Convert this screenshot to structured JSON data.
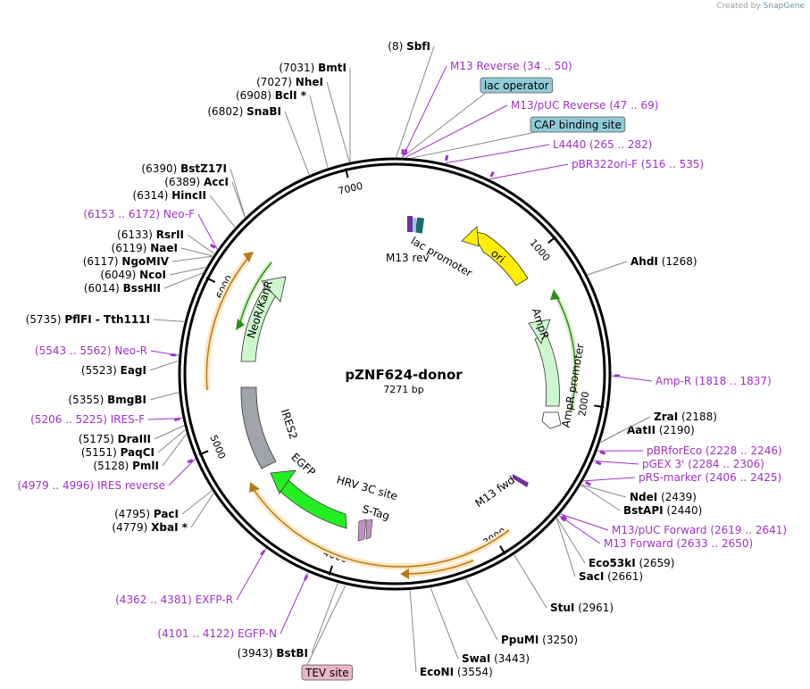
{
  "credit": {
    "prefix": "Created by",
    "brand": "SnapGene"
  },
  "plasmid": {
    "name": "pZNF624-donor",
    "length_label": "7271 bp",
    "length": 7271
  },
  "colors": {
    "primer": "#a030c8",
    "backbone": "#000000",
    "orange": "#f0a830",
    "green_dark": "#2e8b1e"
  },
  "ticks": [
    {
      "label": "1000",
      "bp": 1000
    },
    {
      "label": "2000",
      "bp": 2000
    },
    {
      "label": "3000",
      "bp": 3000
    },
    {
      "label": "4000",
      "bp": 4000
    },
    {
      "label": "5000",
      "bp": 5000
    },
    {
      "label": "6000",
      "bp": 6000
    },
    {
      "label": "7000",
      "bp": 7000
    }
  ],
  "sites": [
    {
      "name": "SbfI",
      "pos": "(8)",
      "bp": 8
    },
    {
      "name": "BmtI",
      "pos": "(7031)",
      "bp": 7031
    },
    {
      "name": "NheI",
      "pos": "(7027)",
      "bp": 7027
    },
    {
      "name": "BclI *",
      "pos": "(6908)",
      "bp": 6908
    },
    {
      "name": "SnaBI",
      "pos": "(6802)",
      "bp": 6802
    },
    {
      "name": "BstZ17I",
      "pos": "(6390)",
      "bp": 6390
    },
    {
      "name": "AccI",
      "pos": "(6389)",
      "bp": 6389
    },
    {
      "name": "HincII",
      "pos": "(6314)",
      "bp": 6314
    },
    {
      "name": "RsrII",
      "pos": "(6133)",
      "bp": 6133
    },
    {
      "name": "NaeI",
      "pos": "(6119)",
      "bp": 6119
    },
    {
      "name": "NgoMIV",
      "pos": "(6117)",
      "bp": 6117
    },
    {
      "name": "NcoI",
      "pos": "(6049)",
      "bp": 6049
    },
    {
      "name": "BssHII",
      "pos": "(6014)",
      "bp": 6014
    },
    {
      "name": "PflFI - Tth111I",
      "pos": "(5735)",
      "bp": 5735
    },
    {
      "name": "EagI",
      "pos": "(5523)",
      "bp": 5523
    },
    {
      "name": "BmgBI",
      "pos": "(5355)",
      "bp": 5355
    },
    {
      "name": "DraIII",
      "pos": "(5175)",
      "bp": 5175
    },
    {
      "name": "PaqCI",
      "pos": "(5151)",
      "bp": 5151
    },
    {
      "name": "PmlI",
      "pos": "(5128)",
      "bp": 5128
    },
    {
      "name": "PacI",
      "pos": "(4795)",
      "bp": 4795
    },
    {
      "name": "XbaI *",
      "pos": "(4779)",
      "bp": 4779
    },
    {
      "name": "BstBI",
      "pos": "(3943)",
      "bp": 3943
    },
    {
      "name": "EcoNI",
      "pos": "(3554)",
      "bp": 3554
    },
    {
      "name": "SwaI",
      "pos": "(3443)",
      "bp": 3443
    },
    {
      "name": "PpuMI",
      "pos": "(3250)",
      "bp": 3250
    },
    {
      "name": "StuI",
      "pos": "(2961)",
      "bp": 2961
    },
    {
      "name": "SacI",
      "pos": "(2661)",
      "bp": 2661
    },
    {
      "name": "Eco53kI",
      "pos": "(2659)",
      "bp": 2659
    },
    {
      "name": "BstAPI",
      "pos": "(2440)",
      "bp": 2440
    },
    {
      "name": "NdeI",
      "pos": "(2439)",
      "bp": 2439
    },
    {
      "name": "AatII",
      "pos": "(2190)",
      "bp": 2190
    },
    {
      "name": "ZraI",
      "pos": "(2188)",
      "bp": 2188
    },
    {
      "name": "AhdI",
      "pos": "(1268)",
      "bp": 1268
    }
  ],
  "primers": [
    {
      "name": "M13 Reverse",
      "range": "(34 .. 50)",
      "bp": 42
    },
    {
      "name": "M13/pUC Reverse",
      "range": "(47 .. 69)",
      "bp": 58
    },
    {
      "name": "L4440",
      "range": "(265 .. 282)",
      "bp": 273
    },
    {
      "name": "pBR322ori-F",
      "range": "(516 .. 535)",
      "bp": 525
    },
    {
      "name": "Amp-R",
      "range": "(1818 .. 1837)",
      "bp": 1827
    },
    {
      "name": "pBRforEco",
      "range": "(2228 .. 2246)",
      "bp": 2237
    },
    {
      "name": "pGEX 3'",
      "range": "(2284 .. 2306)",
      "bp": 2295
    },
    {
      "name": "pRS-marker",
      "range": "(2406 .. 2425)",
      "bp": 2415
    },
    {
      "name": "M13/pUC Forward",
      "range": "(2619 .. 2641)",
      "bp": 2630
    },
    {
      "name": "M13 Forward",
      "range": "(2633 .. 2650)",
      "bp": 2641
    },
    {
      "name": "EXFP-R",
      "range": "(4362 .. 4381)",
      "bp": 4371
    },
    {
      "name": "EGFP-N",
      "range": "(4101 .. 4122)",
      "bp": 4111
    },
    {
      "name": "IRES reverse",
      "range": "(4979 .. 4996)",
      "bp": 4987
    },
    {
      "name": "IRES-F",
      "range": "(5206 .. 5225)",
      "bp": 5215
    },
    {
      "name": "Neo-R",
      "range": "(5543 .. 5562)",
      "bp": 5552
    },
    {
      "name": "Neo-F",
      "range": "(6153 .. 6172)",
      "bp": 6162
    }
  ],
  "boxed_features": [
    {
      "name": "lac operator",
      "bp": 40,
      "color": "#8fcbd6"
    },
    {
      "name": "CAP binding site",
      "bp": 95,
      "color": "#8fcbd6"
    },
    {
      "name": "TEV site",
      "bp": 3900,
      "color": "#e8b7c8"
    }
  ],
  "features": [
    {
      "name": "ori",
      "color": "#ffee00"
    },
    {
      "name": "AmpR",
      "color": "#ccf7cc"
    },
    {
      "name": "AmpR promoter",
      "color": "#ffffff"
    },
    {
      "name": "lac promoter",
      "color": "#1e6670"
    },
    {
      "name": "M13 rev",
      "color": "#7030a0"
    },
    {
      "name": "M13 fwd",
      "color": "#7030a0"
    },
    {
      "name": "HRV 3C site",
      "color": "#c090c0"
    },
    {
      "name": "S-Tag",
      "color": "#c090c0"
    },
    {
      "name": "EGFP",
      "color": "#22ee22"
    },
    {
      "name": "IRES2",
      "color": "#a0a4aa"
    },
    {
      "name": "NeoR/KanR",
      "color": "#ccf7cc"
    }
  ]
}
